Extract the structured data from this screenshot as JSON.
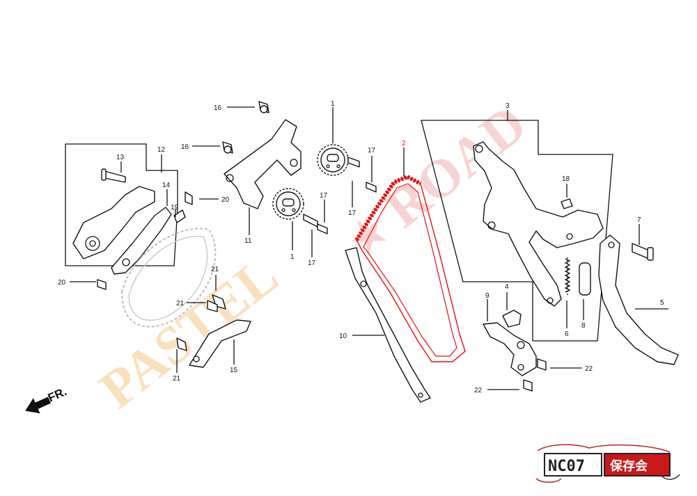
{
  "direction_marker": {
    "label": "FR."
  },
  "watermark": {
    "text_1": "PASTEL",
    "text_2": "ROAD"
  },
  "logo": {
    "code": "NC07",
    "club": "保存会"
  },
  "callouts": [
    {
      "label": "1"
    },
    {
      "label": "1"
    },
    {
      "label": "2"
    },
    {
      "label": "3"
    },
    {
      "label": "4"
    },
    {
      "label": "5"
    },
    {
      "label": "6"
    },
    {
      "label": "7"
    },
    {
      "label": "8"
    },
    {
      "label": "9"
    },
    {
      "label": "10"
    },
    {
      "label": "11"
    },
    {
      "label": "12"
    },
    {
      "label": "13"
    },
    {
      "label": "14"
    },
    {
      "label": "15"
    },
    {
      "label": "16"
    },
    {
      "label": "16"
    },
    {
      "label": "17"
    },
    {
      "label": "17"
    },
    {
      "label": "17"
    },
    {
      "label": "17"
    },
    {
      "label": "18"
    },
    {
      "label": "19"
    },
    {
      "label": "20"
    },
    {
      "label": "20"
    },
    {
      "label": "21"
    },
    {
      "label": "21"
    },
    {
      "label": "21"
    },
    {
      "label": "22"
    },
    {
      "label": "22"
    }
  ],
  "colors": {
    "highlight": "#e01010",
    "line": "#111111",
    "watermark": "#f6c98a"
  }
}
